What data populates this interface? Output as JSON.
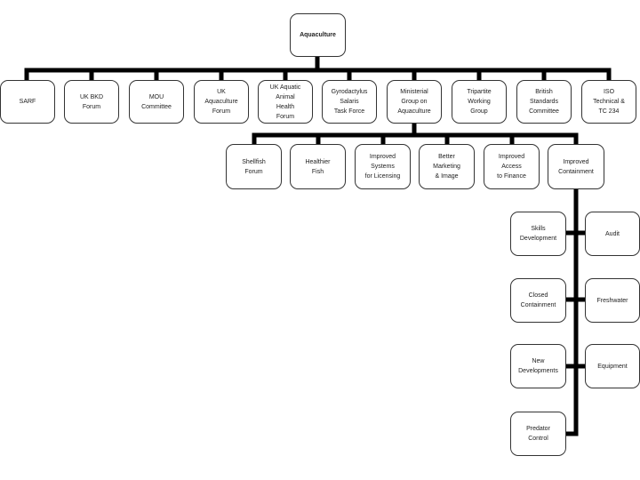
{
  "diagram": {
    "root": "Aquaculture",
    "level1": [
      "SARF",
      "UK BKD\nForum",
      "MOU\nCommittee",
      "UK\nAquaculture\nForum",
      "UK Aquatic\nAnimal\nHealth\nForum",
      "Gyrodactylus\nSalaris\nTask Force",
      "Ministerial\nGroup on\nAquaculture",
      "Tripartite\nWorking\nGroup",
      "British\nStandards\nCommittee",
      "ISO\nTechnical &\nTC 234"
    ],
    "level2": [
      "Shellfish\nForum",
      "Healthier\nFish",
      "Improved\nSystems\nfor Licensing",
      "Better\nMarketing\n& Image",
      "Improved\nAccess\nto Finance",
      "Improved\nContainment"
    ],
    "level3_left": [
      "Skills\nDevelopment",
      "Closed\nContainment",
      "New\nDevelopments",
      "Predator\nControl"
    ],
    "level3_right": [
      "Audit",
      "Freshwater",
      "Equipment"
    ]
  }
}
